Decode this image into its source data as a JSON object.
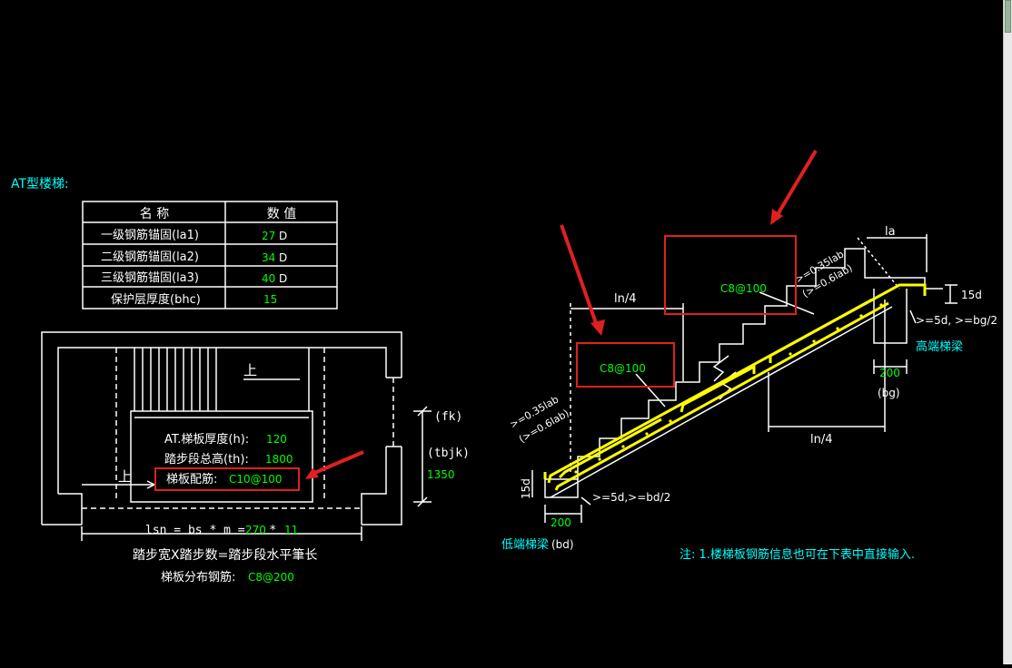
{
  "colors": {
    "background": "#000000",
    "line": "#ffffff",
    "value": "#00ff00",
    "label": "#ffffff",
    "title": "#00ffff",
    "highlight": "#ffff00",
    "marker": "#e02020",
    "dim": "#c8c8c8"
  },
  "title": "AT型楼梯:",
  "table": {
    "headers": [
      "名 称",
      "数 值"
    ],
    "rows": [
      {
        "name": "一级钢筋锚固(la1)",
        "value": "27",
        "unit": "D"
      },
      {
        "name": "二级钢筋锚固(la2)",
        "value": "34",
        "unit": "D"
      },
      {
        "name": "三级钢筋锚固(la3)",
        "value": "40",
        "unit": "D"
      },
      {
        "name": "保护层厚度(bhc)",
        "value": "15",
        "unit": ""
      }
    ]
  },
  "plan": {
    "up_top": "上",
    "up_bottom": "上",
    "thickness_label": "AT.梯板厚度(h):",
    "thickness_value": "120",
    "height_label": "踏步段总高(th):",
    "height_value": "1800",
    "rebar_label": "梯板配筋:",
    "rebar_value": "C10@100",
    "fk": "(fk)",
    "tbjk": "(tbjk)",
    "tbjk_value": "1350",
    "lsn_formula": "lsn = bs * m =",
    "lsn_bs": "270",
    "lsn_star": "*",
    "lsn_m": "11",
    "formula_caption": "踏步宽X踏步数=踏步段水平筆长",
    "distribution_label": "梯板分布钢筋:",
    "distribution_value": "C8@200"
  },
  "section": {
    "top_rebar": "C8@100",
    "bottom_rebar": "C8@100",
    "ln4_top": "ln/4",
    "ln4_bottom": "ln/4",
    "la": "la",
    "la_top_1": ">=0.35lab",
    "la_top_2": "(>=0.6lab)",
    "la_bottom_1": ">=0.35lab",
    "la_bottom_2": "(>=0.6lab)",
    "d15_top": "15d",
    "d15_bottom": "15d",
    "high_anchor": ">=5d, >=bg/2",
    "low_anchor": ">=5d,>=bd/2",
    "high_beam": "高端梯梁",
    "low_beam": "低端梯梁",
    "bg_value": "200",
    "bg_label": "(bg)",
    "bd_value": "200",
    "bd_label": "(bd)"
  },
  "note": "注: 1.楼梯板钢筋信息也可在下表中直接输入."
}
